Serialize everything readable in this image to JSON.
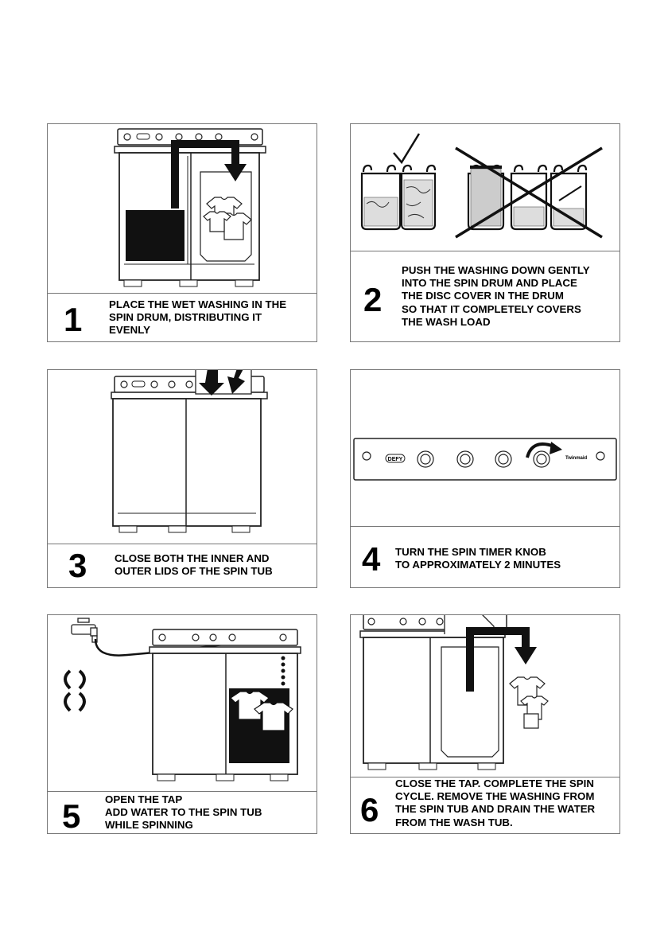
{
  "steps": [
    {
      "number": "1",
      "text": "PLACE THE WET WASHING IN THE\nSPIN DRUM, DISTRIBUTING IT\nEVENLY"
    },
    {
      "number": "2",
      "text": "PUSH THE WASHING DOWN GENTLY\nINTO THE SPIN DRUM AND PLACE\nTHE DISC COVER IN THE DRUM\nSO THAT IT COMPLETELY COVERS\nTHE WASH LOAD"
    },
    {
      "number": "3",
      "text": "CLOSE BOTH THE INNER AND\nOUTER LIDS OF THE SPIN TUB"
    },
    {
      "number": "4",
      "text": "TURN THE SPIN TIMER KNOB\nTO APPROXIMATELY 2 MINUTES"
    },
    {
      "number": "5",
      "text": "OPEN THE TAP\nADD WATER TO THE SPIN TUB\nWHILE SPINNING"
    },
    {
      "number": "6",
      "text": "CLOSE THE TAP. COMPLETE THE SPIN\nCYCLE. REMOVE THE WASHING FROM\nTHE SPIN TUB AND DRAIN THE WATER\nFROM THE WASH TUB."
    }
  ],
  "control_panel": {
    "brand": "DEFY",
    "model": "Twinmaid"
  },
  "icons": [
    "washing-machine-illustration",
    "check-mark-icon",
    "cross-mark-icon",
    "arrow-icon",
    "tap-icon",
    "rotation-icon",
    "shirt-icon",
    "knob-icon"
  ]
}
